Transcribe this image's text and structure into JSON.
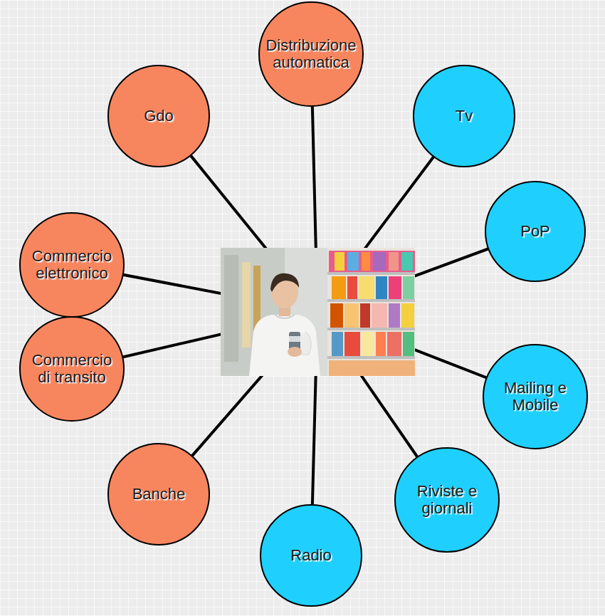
{
  "diagram": {
    "nodes": [
      {
        "text": [
          "Distribuzione automatica"
        ]
      },
      {
        "text": [
          "Gdo"
        ]
      },
      {
        "text": [
          "Tv"
        ]
      },
      {
        "text": [
          "Commercio elettronico"
        ]
      },
      {
        "text": [
          "PoP"
        ]
      },
      {
        "text": [
          "Commercio di transito"
        ]
      },
      {
        "text": [
          "Mailing e Mobile"
        ]
      },
      {
        "text": [
          "Banche"
        ]
      },
      {
        "text": [
          "Riviste e giornali"
        ]
      },
      {
        "text": [
          "Radio"
        ]
      }
    ]
  }
}
